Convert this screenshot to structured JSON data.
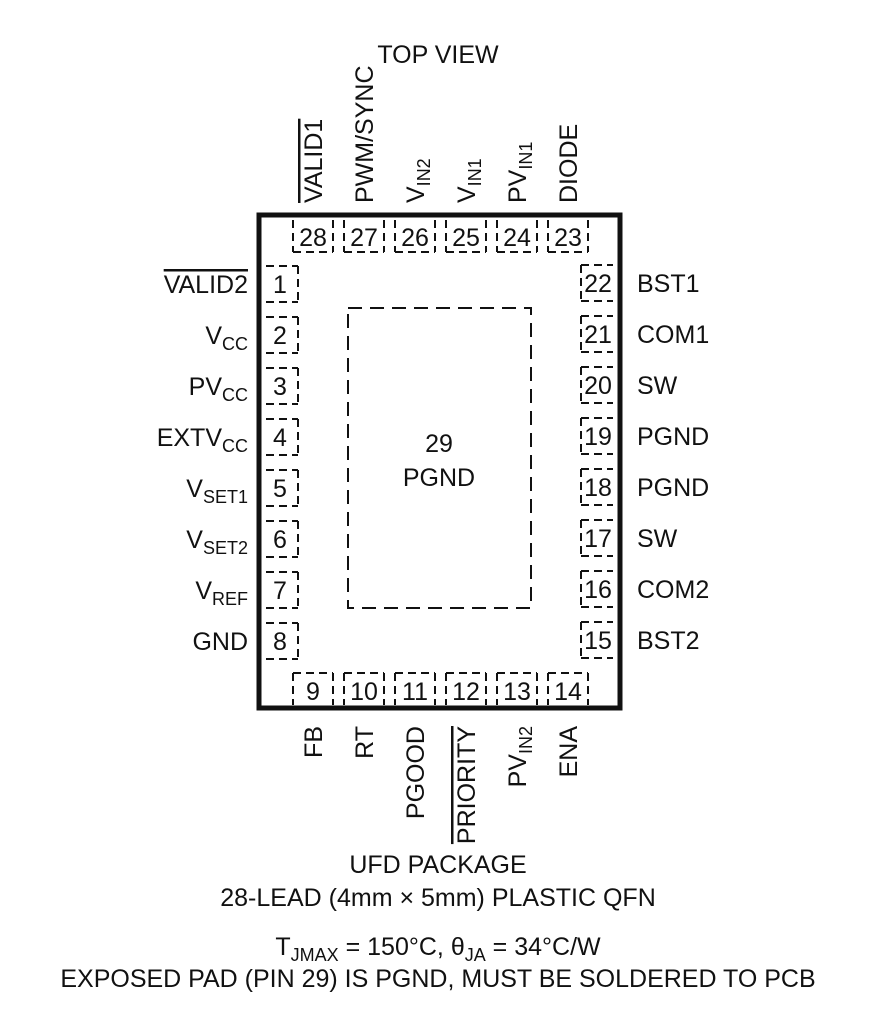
{
  "view_label": "TOP VIEW",
  "left_pins": [
    {
      "num": "1",
      "label": "VALID2",
      "overline": true
    },
    {
      "num": "2",
      "label": "V",
      "sub": "CC"
    },
    {
      "num": "3",
      "label": "PV",
      "sub": "CC"
    },
    {
      "num": "4",
      "label": "EXTV",
      "sub": "CC"
    },
    {
      "num": "5",
      "label": "V",
      "sub": "SET1"
    },
    {
      "num": "6",
      "label": "V",
      "sub": "SET2"
    },
    {
      "num": "7",
      "label": "V",
      "sub": "REF"
    },
    {
      "num": "8",
      "label": "GND"
    }
  ],
  "bottom_pins": [
    {
      "num": "9",
      "label": "FB"
    },
    {
      "num": "10",
      "label": "RT"
    },
    {
      "num": "11",
      "label": "PGOOD"
    },
    {
      "num": "12",
      "label": "PRIORITY",
      "overline": true
    },
    {
      "num": "13",
      "label": "PV",
      "sub": "IN2"
    },
    {
      "num": "14",
      "label": "ENA"
    }
  ],
  "right_pins": [
    {
      "num": "15",
      "label": "BST2"
    },
    {
      "num": "16",
      "label": "COM2"
    },
    {
      "num": "17",
      "label": "SW"
    },
    {
      "num": "18",
      "label": "PGND"
    },
    {
      "num": "19",
      "label": "PGND"
    },
    {
      "num": "20",
      "label": "SW"
    },
    {
      "num": "21",
      "label": "COM1"
    },
    {
      "num": "22",
      "label": "BST1"
    }
  ],
  "top_pins": [
    {
      "num": "23",
      "label": "DIODE"
    },
    {
      "num": "24",
      "label": "PV",
      "sub": "IN1"
    },
    {
      "num": "25",
      "label": "V",
      "sub": "IN1"
    },
    {
      "num": "26",
      "label": "V",
      "sub": "IN2"
    },
    {
      "num": "27",
      "label": "PWM/SYNC"
    },
    {
      "num": "28",
      "label": "VALID1",
      "overline": true
    }
  ],
  "exposed_pad": {
    "num": "29",
    "label": "PGND"
  },
  "package": {
    "line1": "UFD PACKAGE",
    "line2": "28-LEAD (4mm × 5mm) PLASTIC QFN"
  },
  "thermal": {
    "tj_symbol": "T",
    "tj_sub": "JMAX",
    "tj_value": " = 150°C, ",
    "theta_symbol": "θ",
    "theta_sub": "JA",
    "theta_value": " = 34°C/W"
  },
  "note": "EXPOSED PAD (PIN 29) IS PGND, MUST BE SOLDERED TO PCB"
}
